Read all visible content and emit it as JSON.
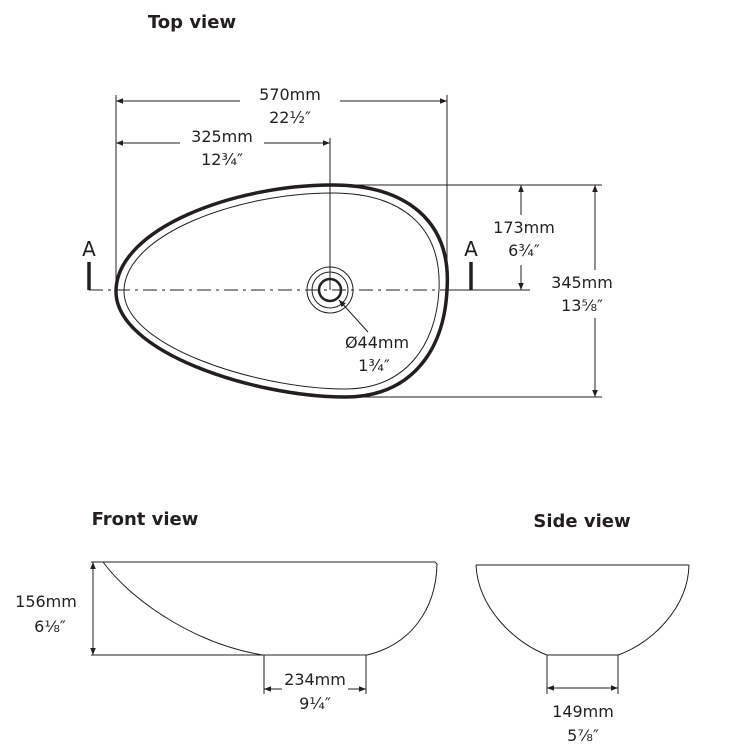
{
  "titles": {
    "top": "Top view",
    "front": "Front view",
    "side": "Side view"
  },
  "section_marker": "A",
  "top_view": {
    "overall_length": {
      "mm": "570mm",
      "in": "22½″"
    },
    "drain_offset": {
      "mm": "325mm",
      "in": "12¾″"
    },
    "half_width": {
      "mm": "173mm",
      "in": "6¾″"
    },
    "overall_width": {
      "mm": "345mm",
      "in": "13⅝″"
    },
    "drain_diameter": {
      "mm": "Ø44mm",
      "in": "1¾″"
    }
  },
  "front_view": {
    "height": {
      "mm": "156mm",
      "in": "6⅛″"
    },
    "base_length": {
      "mm": "234mm",
      "in": "9¼″"
    }
  },
  "side_view": {
    "base_width": {
      "mm": "149mm",
      "in": "5⅞″"
    }
  },
  "colors": {
    "ink": "#231f20",
    "background": "#ffffff"
  }
}
